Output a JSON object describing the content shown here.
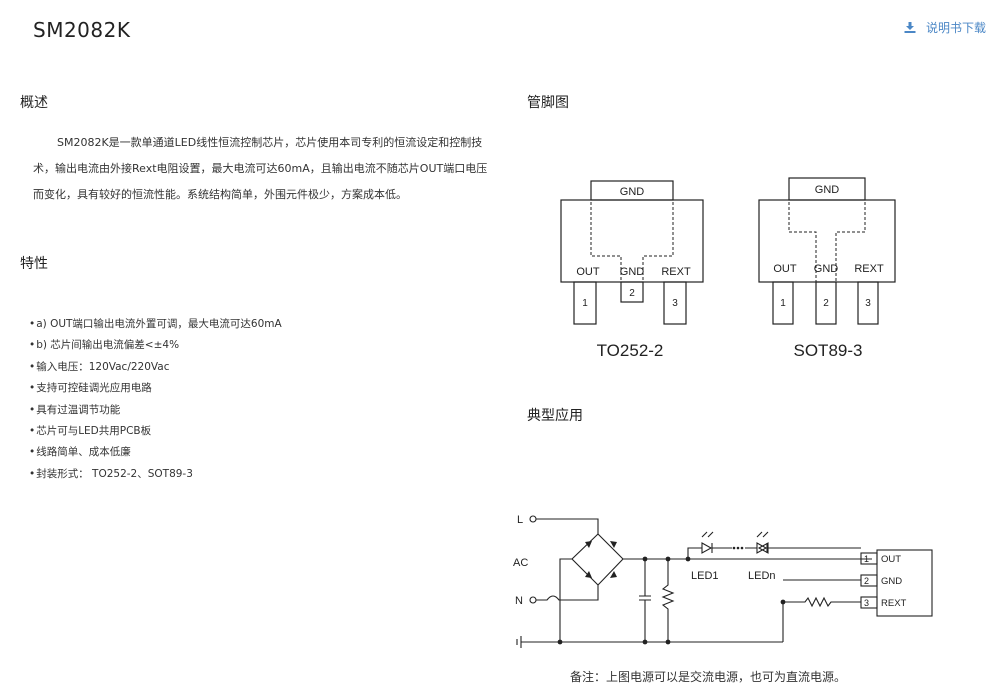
{
  "header": {
    "title": "SM2082K",
    "download_label": "说明书下载"
  },
  "overview": {
    "heading": "概述",
    "text": "SM2082K是一款单通道LED线性恒流控制芯片，芯片使用本司专利的恒流设定和控制技术，输出电流由外接Rext电阻设置，最大电流可达60mA，且输出电流不随芯片OUT端口电压而变化，具有较好的恒流性能。系统结构简单，外围元件极少，方案成本低。"
  },
  "features": {
    "heading": "特性",
    "items": [
      "a) OUT端口输出电流外置可调，最大电流可达60mA",
      "b) 芯片间输出电流偏差<±4%",
      "输入电压：120Vac/220Vac",
      "支持可控硅调光应用电路",
      "具有过温调节功能",
      "芯片可与LED共用PCB板",
      "线路简单、成本低廉",
      "封装形式： TO252-2、SOT89-3"
    ]
  },
  "pinout": {
    "heading": "管脚图",
    "to252": {
      "gnd": "GND",
      "out": "OUT",
      "gnd_pin": "GND",
      "rext": "REXT",
      "pin1": "1",
      "pin2": "2",
      "pin3": "3",
      "name": "TO252-2"
    },
    "sot89": {
      "gnd": "GND",
      "out": "OUT",
      "gnd_pin": "GND",
      "rext": "REXT",
      "pin1": "1",
      "pin2": "2",
      "pin3": "3",
      "name": "SOT89-3"
    }
  },
  "application": {
    "heading": "典型应用",
    "labels": {
      "l": "L",
      "ac": "AC",
      "n": "N",
      "led1": "LED1",
      "ledn": "LEDn",
      "p1": "1",
      "p2": "2",
      "p3": "3",
      "out": "OUT",
      "gnd": "GND",
      "rext": "REXT"
    },
    "note": "备注：上图电源可以是交流电源，也可为直流电源。"
  },
  "colors": {
    "link": "#4b87c6",
    "text": "#222222"
  }
}
